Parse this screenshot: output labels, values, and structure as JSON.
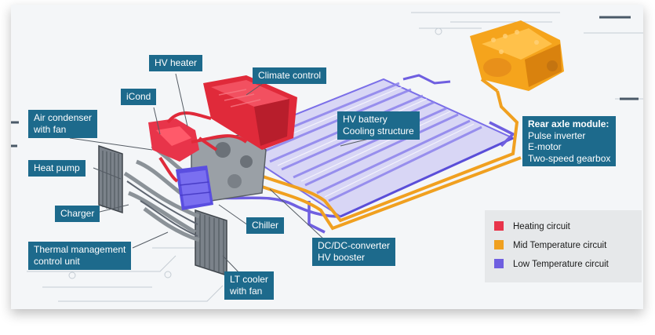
{
  "colors": {
    "label_bg": "#1d6a8c",
    "heating": "#e8344a",
    "mid_temperature": "#f0a020",
    "low_temperature": "#6f5fe0"
  },
  "labels": {
    "hv_heater": "HV heater",
    "climate_control": "Climate control",
    "icond": "iCond",
    "air_condenser": [
      "Air condenser",
      "with fan"
    ],
    "heat_pump": "Heat pump",
    "charger": "Charger",
    "thermal_mgmt": [
      "Thermal management",
      "control unit"
    ],
    "hv_battery": [
      "HV battery",
      "Cooling structure"
    ],
    "chiller": "Chiller",
    "dcdc": [
      "DC/DC-converter",
      "HV booster"
    ],
    "lt_cooler": [
      "LT cooler",
      "with fan"
    ],
    "rear_axle": [
      "Rear axle module:",
      "Pulse inverter",
      "E-motor",
      "Two-speed gearbox"
    ]
  },
  "legend": [
    {
      "label": "Heating circuit",
      "color": "#e8344a"
    },
    {
      "label": "Mid Temperature circuit",
      "color": "#f0a020"
    },
    {
      "label": "Low Temperature circuit",
      "color": "#6f5fe0"
    }
  ]
}
